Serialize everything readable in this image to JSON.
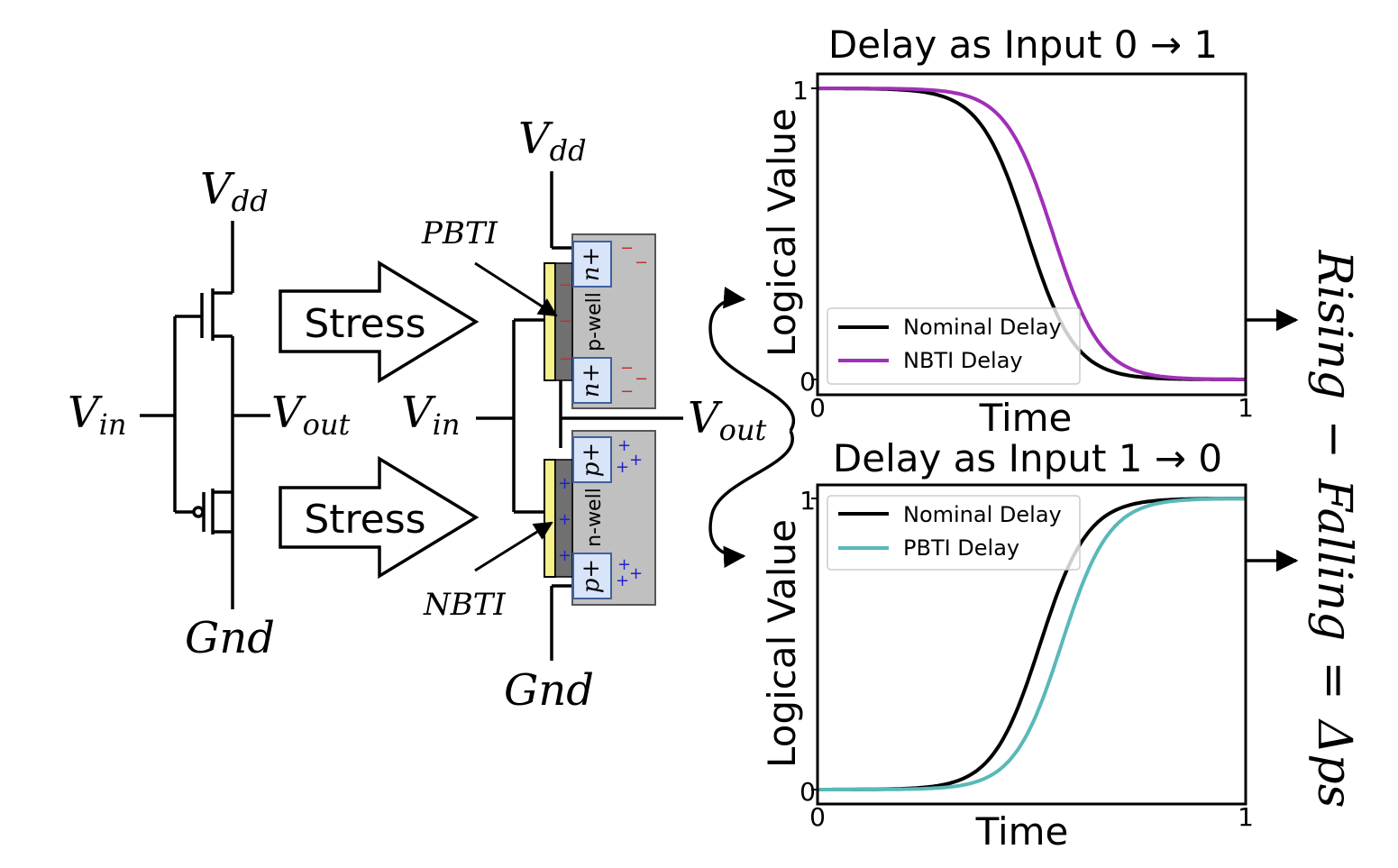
{
  "circuit": {
    "vdd_main": "V",
    "vdd_sub": "dd",
    "gnd": "Gnd",
    "vin_main": "V",
    "vin_sub": "in",
    "vout_main": "V",
    "vout_sub": "out"
  },
  "arrows": {
    "stress_top": "Stress",
    "stress_bottom": "Stress"
  },
  "device": {
    "vdd_main": "V",
    "vdd_sub": "dd",
    "gnd": "Gnd",
    "vin_main": "V",
    "vin_sub": "in",
    "vout_main": "V",
    "vout_sub": "out",
    "pbti": "PBTI",
    "nbti": "NBTI",
    "nmos_well": "p-well",
    "pmos_well": "n-well",
    "n_plus": "n+",
    "p_plus": "p+",
    "minus": "−",
    "plus": "+"
  },
  "result": {
    "line1": "Rising",
    "op1": "−",
    "line2": "Falling",
    "op2": "=",
    "line3": "Δps"
  },
  "colors": {
    "nominal": "#000000",
    "nbti": "#a030b8",
    "pbti": "#5ab8b8",
    "substrate": "#c0c0c0",
    "gate": "#f5f08a",
    "oxide": "#707070",
    "diffusion": "#d8e4f8",
    "neg_charge": "#c03030",
    "pos_charge": "#2020d0"
  },
  "chart_data": [
    {
      "type": "line",
      "title": "Delay as Input 0 → 1",
      "xlabel": "Time",
      "ylabel": "Logical Value",
      "xlim": [
        0,
        1
      ],
      "ylim": [
        0,
        1
      ],
      "xticks": [
        "0",
        "1"
      ],
      "yticks": [
        "0",
        "1"
      ],
      "legend_position": "bottom-left",
      "series": [
        {
          "name": "Nominal Delay",
          "color": "#000000",
          "direction": "falling",
          "midpoint": 0.49,
          "steepness": 18
        },
        {
          "name": "NBTI Delay",
          "color": "#a030b8",
          "direction": "falling",
          "midpoint": 0.55,
          "steepness": 18
        }
      ]
    },
    {
      "type": "line",
      "title": "Delay as Input 1 → 0",
      "xlabel": "Time",
      "ylabel": "Logical Value",
      "xlim": [
        0,
        1
      ],
      "ylim": [
        0,
        1
      ],
      "xticks": [
        "0",
        "1"
      ],
      "yticks": [
        "0",
        "1"
      ],
      "legend_position": "top-left",
      "series": [
        {
          "name": "Nominal Delay",
          "color": "#000000",
          "direction": "rising",
          "midpoint": 0.52,
          "steepness": 18
        },
        {
          "name": "PBTI Delay",
          "color": "#5ab8b8",
          "direction": "rising",
          "midpoint": 0.57,
          "steepness": 18
        }
      ]
    }
  ]
}
